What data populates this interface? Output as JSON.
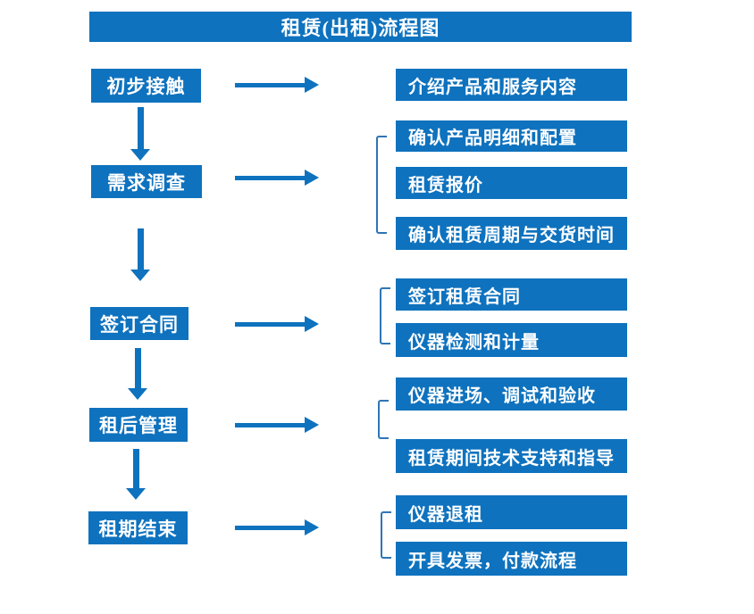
{
  "title": "租赁(出租)流程图",
  "colors": {
    "primary_blue": "#0e72be",
    "bracket_blue": "#2e75b6",
    "text_white": "#ffffff",
    "background": "#ffffff"
  },
  "stages": [
    {
      "label": "初步接触",
      "details": [
        "介绍产品和服务内容"
      ]
    },
    {
      "label": "需求调查",
      "details": [
        "确认产品明细和配置",
        "租赁报价",
        "确认租赁周期与交货时间"
      ]
    },
    {
      "label": "签订合同",
      "details": [
        "签订租赁合同",
        "仪器检测和计量"
      ]
    },
    {
      "label": "租后管理",
      "details": [
        "仪器进场、调试和验收",
        "租赁期间技术支持和指导"
      ]
    },
    {
      "label": "租期结束",
      "details": [
        "仪器退租",
        "开具发票，付款流程"
      ]
    }
  ]
}
